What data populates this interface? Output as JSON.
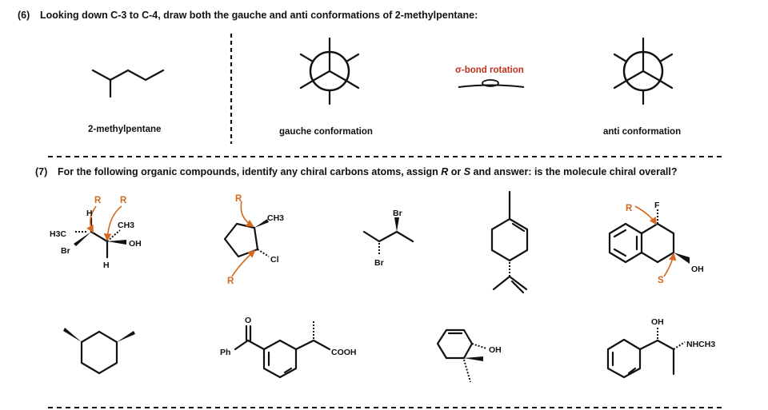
{
  "problem6": {
    "number": "(6)",
    "text": "Looking down C-3 to C-4, draw both the gauche and anti conformations of 2-methylpentane:",
    "captions": {
      "molecule": "2-methylpentane",
      "gauche": "gauche conformation",
      "anti": "anti conformation"
    },
    "rotation_label": "σ-bond rotation"
  },
  "problem7": {
    "number": "(7)",
    "text_parts": {
      "a": "For the following organic compounds, identify any chiral carbons atoms, assign ",
      "r": "R",
      "b": " or ",
      "s": "S",
      "c": " and answer: is the molecule chiral overall?"
    },
    "compound1": {
      "h_top": "H",
      "ch3": "CH3",
      "h3c": "H3C",
      "oh": "OH",
      "br": "Br",
      "h_bottom": "H",
      "ann1": "R",
      "ann2": "R"
    },
    "compound2": {
      "ch3": "CH3",
      "cl": "Cl",
      "ann_top": "R",
      "ann_bottom": "R"
    },
    "compound3": {
      "br_top": "Br",
      "br_bottom": "Br"
    },
    "compound5": {
      "f": "F",
      "oh": "OH",
      "ann_r": "R",
      "ann_s": "S"
    },
    "compound7": {
      "o": "O",
      "ph": "Ph",
      "cooh": "COOH"
    },
    "compound8": {
      "oh": "OH"
    },
    "compound9": {
      "oh": "OH",
      "nhch3": "NHCH3"
    }
  },
  "colors": {
    "annotation": "#d2691e",
    "rotation_label": "#c0301e",
    "ink": "#111111"
  }
}
